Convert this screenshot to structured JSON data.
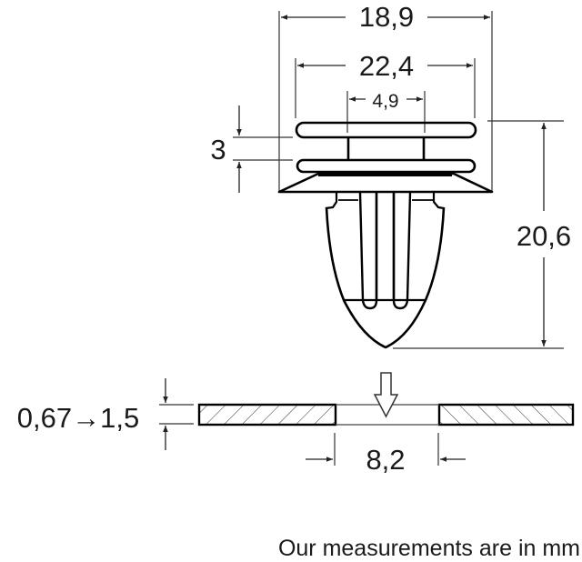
{
  "diagram": {
    "subject": "push-type trim clip with panel hole cross-section",
    "dimensions": {
      "head_outer_diameter": "18,9",
      "ring_diameter": "22,4",
      "stem_width": "4,9",
      "ring_gap": "3",
      "overall_height": "20,6",
      "panel_thickness": "0,67→1,5",
      "hole_diameter": "8,2"
    },
    "colors": {
      "line": "#000000",
      "dimension_line": "#222222",
      "text": "#1a1a1a",
      "background": "#ffffff"
    }
  },
  "footer": {
    "note": "Our measurements are in mm"
  }
}
